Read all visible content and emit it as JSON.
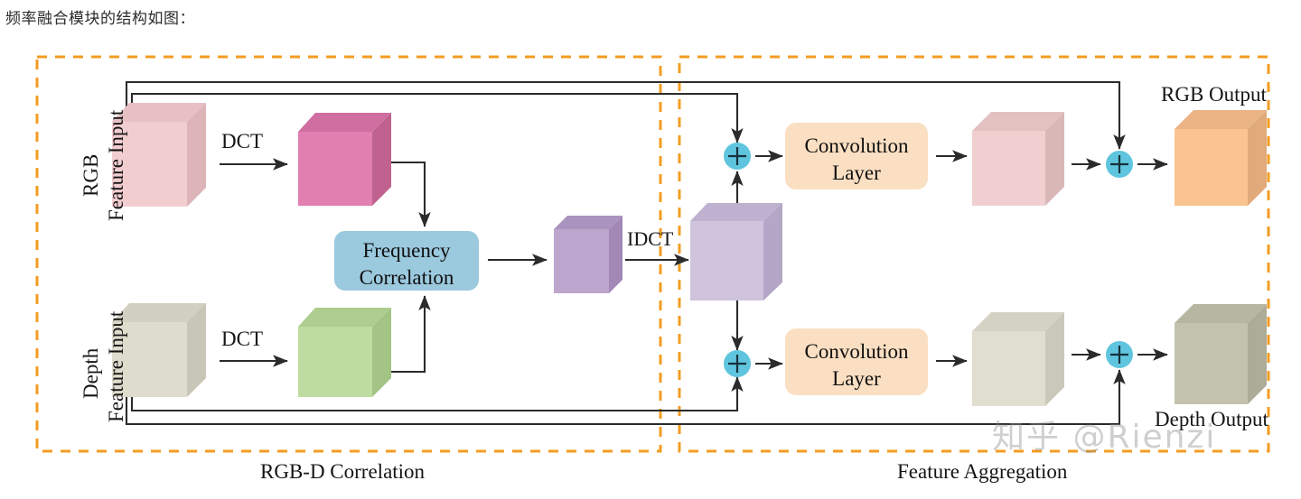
{
  "page": {
    "title": "频率融合模块的结构如图：",
    "watermark": "知乎 @Rienzi",
    "background": "#ffffff"
  },
  "colors": {
    "dashed_border": "#F39C22",
    "line": "#2b2b2b",
    "text": "#141414",
    "frequency_box_fill": "#9BC9DE",
    "conv_box_fill": "#FBDFC2",
    "adder_fill": "#5FC5DE",
    "rgb_input_cube": "#F2CDD0",
    "rgb_dct_cube": "#E07FB0",
    "depth_input_cube": "#DEDCCD",
    "depth_dct_cube": "#BEDCA0",
    "correlation_cube": "#BCA6CE",
    "idct_cube": "#CFC3DE",
    "rgb_conv_cube": "#EFCFCF",
    "rgb_output_cube": "#FAC391",
    "depth_conv_cube": "#E0DECF",
    "depth_output_cube": "#C3C2AE"
  },
  "regions": [
    {
      "id": "rgbd-correlation",
      "caption": "RGB-D Correlation"
    },
    {
      "id": "feature-aggregation",
      "caption": "Feature Aggregation"
    }
  ],
  "labels": {
    "rgb_stream": "RGB",
    "depth_stream": "Depth",
    "feature_input_top": "Feature Input",
    "feature_input_bottom": "Feature Input",
    "dct_top": "DCT",
    "dct_bottom": "DCT",
    "idct": "IDCT",
    "rgb_output": "RGB  Output",
    "depth_output": "Depth Output"
  },
  "blocks": {
    "frequency_correlation": {
      "line1": "Frequency",
      "line2": "Correlation"
    },
    "convolution_top": {
      "line1": "Convolution",
      "line2": "Layer"
    },
    "convolution_bottom": {
      "line1": "Convolution",
      "line2": "Layer"
    }
  },
  "adders": [
    {
      "id": "adder-rgb-pre",
      "symbol": "+"
    },
    {
      "id": "adder-depth-pre",
      "symbol": "+"
    },
    {
      "id": "adder-rgb-post",
      "symbol": "+"
    },
    {
      "id": "adder-depth-post",
      "symbol": "+"
    }
  ],
  "cubes": [
    {
      "id": "rgb-feature-input-cube",
      "stream": "rgb",
      "stage": "input"
    },
    {
      "id": "rgb-dct-cube",
      "stream": "rgb",
      "stage": "dct"
    },
    {
      "id": "depth-feature-input-cube",
      "stream": "depth",
      "stage": "input"
    },
    {
      "id": "depth-dct-cube",
      "stream": "depth",
      "stage": "dct"
    },
    {
      "id": "correlation-cube",
      "stream": "fused",
      "stage": "correlation"
    },
    {
      "id": "idct-cube",
      "stream": "fused",
      "stage": "idct"
    },
    {
      "id": "rgb-conv-cube",
      "stream": "rgb",
      "stage": "convolved"
    },
    {
      "id": "rgb-output-cube",
      "stream": "rgb",
      "stage": "output"
    },
    {
      "id": "depth-conv-cube",
      "stream": "depth",
      "stage": "convolved"
    },
    {
      "id": "depth-output-cube",
      "stream": "depth",
      "stage": "output"
    }
  ]
}
